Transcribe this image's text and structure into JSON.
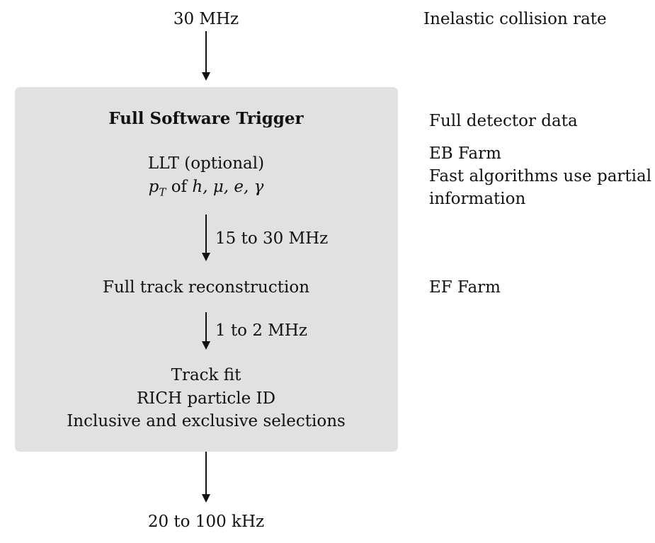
{
  "top_rate": "30 MHz",
  "top_note": "Inelastic collision rate",
  "box": {
    "title": "Full Software Trigger",
    "llt_label": "LLT (optional)",
    "llt_math": {
      "p": "p",
      "sub": "T",
      "of": "of",
      "vars": "h, μ, e, γ"
    },
    "rate_after_llt": "15 to 30 MHz",
    "stage2": "Full track reconstruction",
    "rate_after_stage2": "1 to 2 MHz",
    "stage3_lines": [
      "Track fit",
      "RICH particle ID",
      "Inclusive and exclusive selections"
    ]
  },
  "output_rate": "20 to 100 kHz",
  "side_notes": {
    "detector": "Full detector data",
    "eb_title": "EB Farm",
    "eb_line1": "Fast algorithms use partial",
    "eb_line2": "information",
    "ef": "EF Farm"
  },
  "colors": {
    "box_fill": "#e1e1e1",
    "ink": "#111111"
  }
}
